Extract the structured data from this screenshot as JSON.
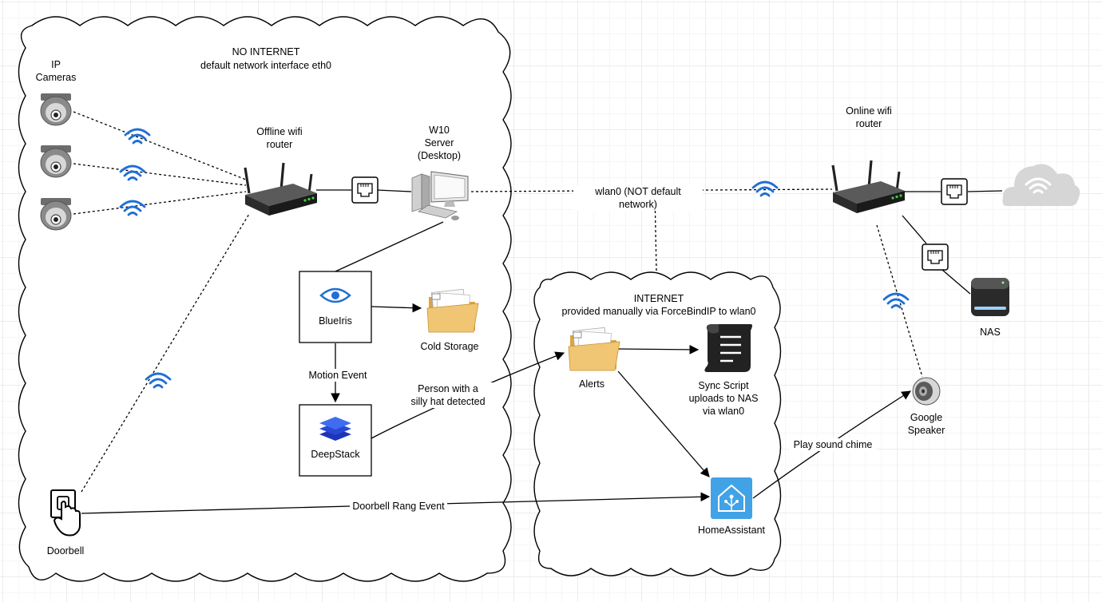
{
  "zones": {
    "no_internet": {
      "title": "NO INTERNET",
      "subtitle": "default network interface eth0"
    },
    "internet": {
      "title": "INTERNET",
      "subtitle": "provided manually via ForceBindIP to wlan0"
    }
  },
  "nodes": {
    "ip_cameras": "IP\nCameras",
    "offline_router": "Offline wifi\nrouter",
    "server": "W10\nServer\n(Desktop)",
    "online_router": "Online wifi\nrouter",
    "blueiris": "BlueIris",
    "cold_storage": "Cold Storage",
    "deepstack": "DeepStack",
    "alerts": "Alerts",
    "sync_script": "Sync Script\nuploads to NAS\nvia wlan0",
    "home_assistant": "HomeAssistant",
    "google_speaker": "Google\nSpeaker",
    "nas": "NAS",
    "doorbell": "Doorbell"
  },
  "edges": {
    "wlan0": "wlan0 (NOT default network)",
    "motion_event": "Motion Event",
    "person_detected": "Person with a\nsilly hat detected",
    "doorbell_rang": "Doorbell Rang Event",
    "play_chime": "Play sound chime"
  },
  "icons": {
    "camera": "dome-camera-icon",
    "wifi": "wifi-icon",
    "ethernet": "ethernet-port-icon",
    "router": "router-icon",
    "computer": "desktop-computer-icon",
    "eye": "eye-icon",
    "layers": "layers-icon",
    "folder": "folder-icon",
    "script": "scroll-icon",
    "home": "home-assistant-icon",
    "speaker": "speaker-icon",
    "drive": "hard-drive-icon",
    "cloud": "cloud-icon",
    "doorbell": "doorbell-press-icon"
  },
  "colors": {
    "wifi": "#1f6fd6",
    "eye": "#1f6fd6",
    "deepstack": "#2f4fd8",
    "home_assistant": "#41a2e6",
    "cloud": "#d6d6d6",
    "folder": "#e3b35a"
  }
}
